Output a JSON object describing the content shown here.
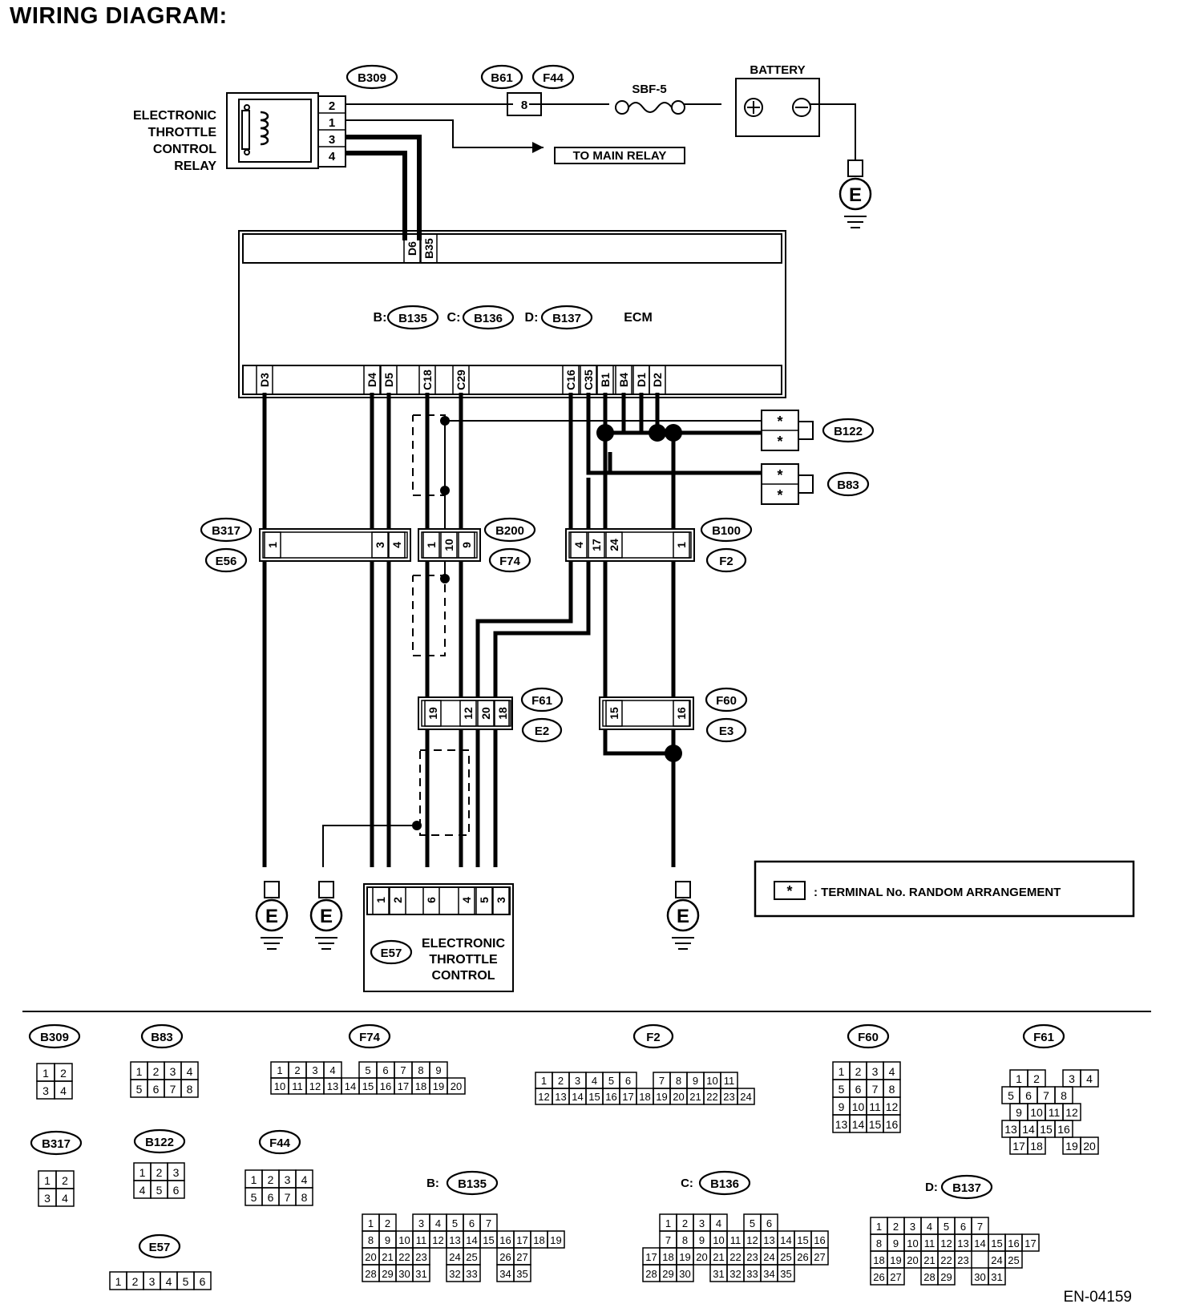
{
  "title": "WIRING DIAGRAM:",
  "doc_id": "EN-04159",
  "components": {
    "relay": {
      "lines": [
        "ELECTRONIC",
        "THROTTLE",
        "CONTROL",
        "RELAY"
      ],
      "connector": "B309",
      "pins": [
        "2",
        "1",
        "3",
        "4"
      ]
    },
    "fuse_connectors": [
      "B61",
      "F44"
    ],
    "fuse_pin": "8",
    "fuse": "SBF-5",
    "battery": "BATTERY",
    "to_main_relay": "TO MAIN RELAY",
    "ground": "E",
    "ecm": {
      "label": "ECM",
      "b_prefix": "B:",
      "b": "B135",
      "c_prefix": "C:",
      "c": "B136",
      "d_prefix": "D:",
      "d": "B137",
      "top_pins": [
        "D6",
        "B35"
      ],
      "bottom_pins": [
        "D3",
        "D4",
        "D5",
        "C18",
        "C29",
        "C16",
        "C35",
        "B1",
        "B4",
        "D1",
        "D2"
      ]
    },
    "b122": {
      "name": "B122",
      "pins": [
        "*",
        "*"
      ]
    },
    "b83": {
      "name": "B83",
      "pins": [
        "*",
        "*"
      ]
    },
    "b317": {
      "names": [
        "B317",
        "E56"
      ],
      "pins": [
        "1",
        "3",
        "4"
      ]
    },
    "b200": {
      "names": [
        "B200",
        "F74"
      ],
      "pins": [
        "1",
        "10",
        "9"
      ]
    },
    "b100": {
      "names": [
        "B100",
        "F2"
      ],
      "pins": [
        "4",
        "17",
        "24",
        "1"
      ]
    },
    "f61": {
      "names": [
        "F61",
        "E2"
      ],
      "pins": [
        "19",
        "12",
        "20",
        "18"
      ]
    },
    "f60": {
      "names": [
        "F60",
        "E3"
      ],
      "pins": [
        "15",
        "16"
      ]
    },
    "e57": {
      "name": "E57",
      "lines": [
        "ELECTRONIC",
        "THROTTLE",
        "CONTROL"
      ],
      "pins": [
        "1",
        "2",
        "6",
        "4",
        "5",
        "3"
      ]
    }
  },
  "legend": {
    "symbol": "*",
    "text": ": TERMINAL No. RANDOM ARRANGEMENT"
  },
  "connector_faces": {
    "B309": [
      [
        "1",
        "2"
      ],
      [
        "3",
        "4"
      ]
    ],
    "B317": [
      [
        "1",
        "2"
      ],
      [
        "3",
        "4"
      ]
    ],
    "B83": [
      [
        "1",
        "2",
        "3",
        "4"
      ],
      [
        "5",
        "6",
        "7",
        "8"
      ]
    ],
    "B122": [
      [
        "1",
        "2",
        "3"
      ],
      [
        "4",
        "5",
        "6"
      ]
    ],
    "F44": [
      [
        "1",
        "2",
        "3",
        "4"
      ],
      [
        "5",
        "6",
        "7",
        "8"
      ]
    ],
    "E57": [
      [
        "1",
        "2",
        "3",
        "4",
        "5",
        "6"
      ]
    ],
    "F74": [
      [
        "1",
        "2",
        "3",
        "4",
        "",
        "5",
        "6",
        "7",
        "8",
        "9"
      ],
      [
        "10",
        "11",
        "12",
        "13",
        "14",
        "15",
        "16",
        "17",
        "18",
        "19",
        "20"
      ]
    ],
    "F2": [
      [
        "1",
        "2",
        "3",
        "4",
        "5",
        "6",
        "",
        "7",
        "8",
        "9",
        "10",
        "11"
      ],
      [
        "12",
        "13",
        "14",
        "15",
        "16",
        "17",
        "18",
        "19",
        "20",
        "21",
        "22",
        "23",
        "24"
      ]
    ],
    "F60": [
      [
        "1",
        "2",
        "3",
        "4"
      ],
      [
        "5",
        "6",
        "7",
        "8"
      ],
      [
        "9",
        "10",
        "11",
        "12"
      ],
      [
        "13",
        "14",
        "15",
        "16"
      ]
    ],
    "F61": [
      [
        "1",
        "2",
        "",
        "3",
        "4"
      ],
      [
        "5",
        "6",
        "7",
        "8"
      ],
      [
        "9",
        "10",
        "11",
        "12"
      ],
      [
        "13",
        "14",
        "15",
        "16"
      ],
      [
        "17",
        "18",
        "",
        "19",
        "20"
      ]
    ],
    "B135": {
      "prefix": "B:",
      "rows": [
        [
          "1",
          "2",
          "",
          "3",
          "4",
          "5",
          "6",
          "7"
        ],
        [
          "8",
          "9",
          "10",
          "11",
          "12",
          "13",
          "14",
          "15",
          "16",
          "17",
          "18",
          "19"
        ],
        [
          "20",
          "21",
          "22",
          "23",
          "",
          "24",
          "25",
          "",
          "26",
          "27"
        ],
        [
          "28",
          "29",
          "30",
          "31",
          "",
          "32",
          "33",
          "",
          "34",
          "35"
        ]
      ]
    },
    "B136": {
      "prefix": "C:",
      "rows": [
        [
          "1",
          "2",
          "3",
          "4",
          "",
          "5",
          "6"
        ],
        [
          "7",
          "8",
          "9",
          "10",
          "11",
          "12",
          "13",
          "14",
          "15",
          "16"
        ],
        [
          "17",
          "18",
          "19",
          "20",
          "21",
          "22",
          "23",
          "24",
          "25",
          "26",
          "27"
        ],
        [
          "28",
          "29",
          "30",
          "",
          "31",
          "32",
          "33",
          "34",
          "35"
        ]
      ]
    },
    "B137": {
      "prefix": "D:",
      "rows": [
        [
          "1",
          "2",
          "3",
          "4",
          "5",
          "6",
          "7"
        ],
        [
          "8",
          "9",
          "10",
          "11",
          "12",
          "13",
          "14",
          "15",
          "16",
          "17"
        ],
        [
          "18",
          "19",
          "20",
          "21",
          "22",
          "23",
          "",
          "24",
          "25"
        ],
        [
          "26",
          "27",
          "",
          "28",
          "29",
          "",
          "30",
          "31"
        ]
      ]
    }
  }
}
